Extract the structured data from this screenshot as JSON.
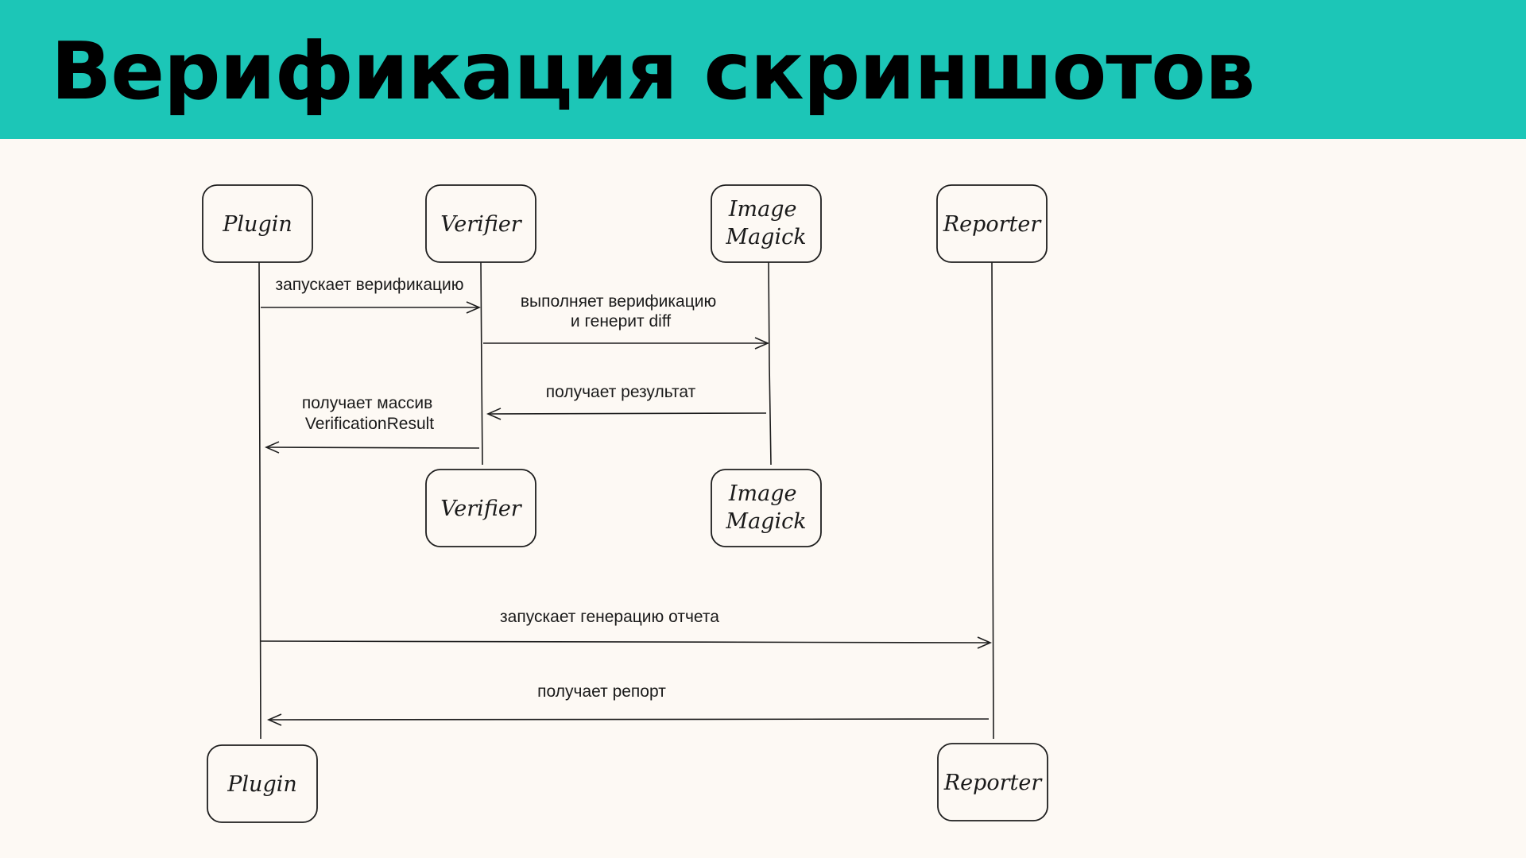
{
  "slide": {
    "title": "Верификация скриншотов",
    "header_color": "#1cc6b7",
    "background_color": "#fdf9f4"
  },
  "participants": {
    "plugin_top": {
      "label_lines": [
        "Plugin"
      ]
    },
    "verifier_top": {
      "label_lines": [
        "Verifier"
      ]
    },
    "imagemagick_top": {
      "label_lines": [
        "Image",
        "Magick"
      ]
    },
    "reporter_top": {
      "label_lines": [
        "Reporter"
      ]
    },
    "verifier_bottom": {
      "label_lines": [
        "Verifier"
      ]
    },
    "imagemagick_bottom": {
      "label_lines": [
        "Image",
        "Magick"
      ]
    },
    "plugin_bottom": {
      "label_lines": [
        "Plugin"
      ]
    },
    "reporter_bottom": {
      "label_lines": [
        "Reporter"
      ]
    }
  },
  "messages": {
    "start_verification": {
      "label_lines": [
        "запускает верификацию"
      ]
    },
    "perform_verification": {
      "label_lines": [
        "выполняет верификацию",
        "и генерит diff"
      ]
    },
    "get_result": {
      "label_lines": [
        "получает результат"
      ]
    },
    "get_array": {
      "label_lines": [
        "получает массив",
        "VerificationResult"
      ]
    },
    "start_report": {
      "label_lines": [
        "запускает генерацию отчета"
      ]
    },
    "get_report": {
      "label_lines": [
        "получает репорт"
      ]
    }
  }
}
